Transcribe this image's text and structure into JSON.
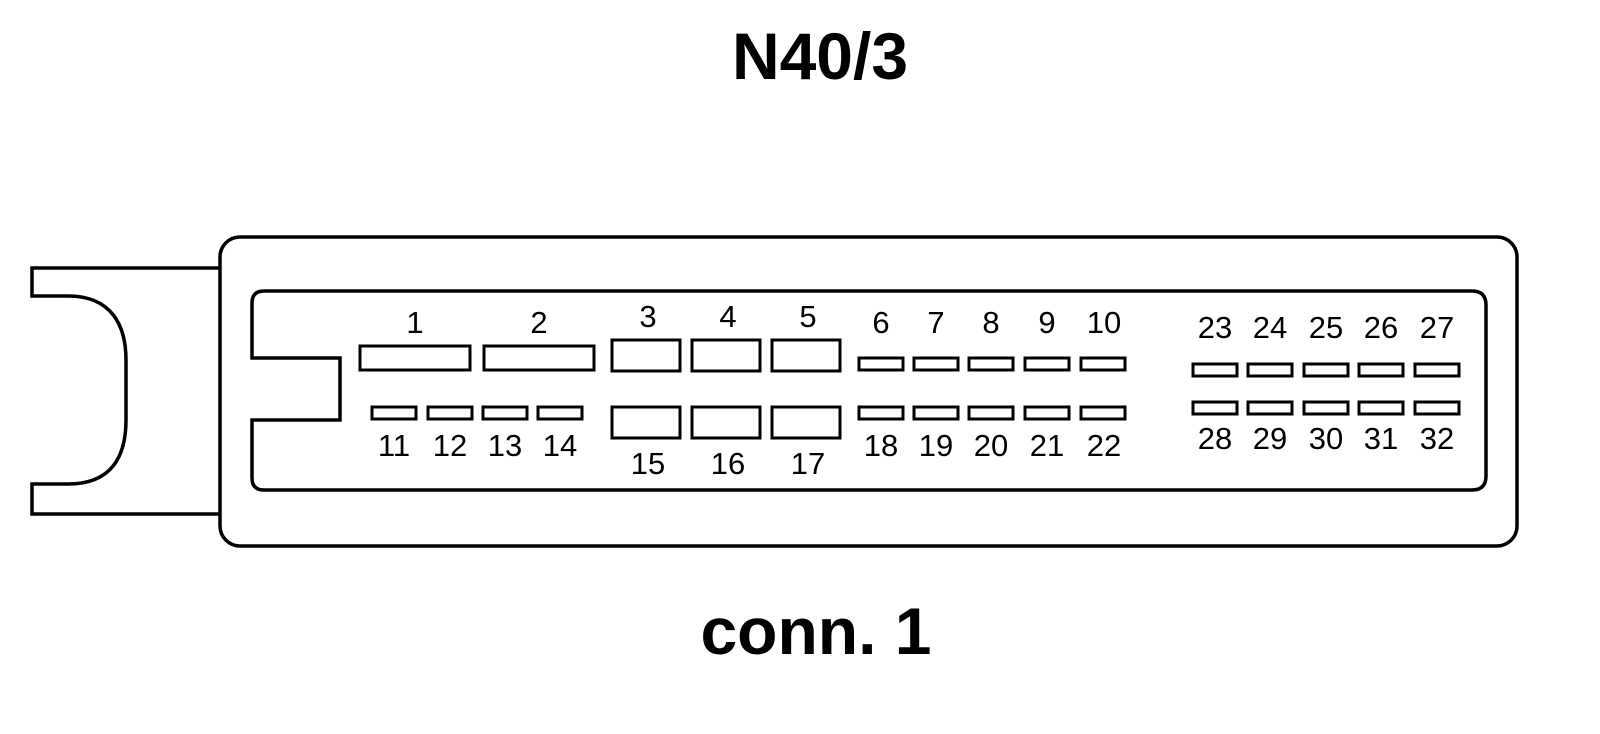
{
  "title": "N40/3",
  "subtitle": "conn. 1",
  "pins": [
    {
      "label": "1"
    },
    {
      "label": "2"
    },
    {
      "label": "3"
    },
    {
      "label": "4"
    },
    {
      "label": "5"
    },
    {
      "label": "6"
    },
    {
      "label": "7"
    },
    {
      "label": "8"
    },
    {
      "label": "9"
    },
    {
      "label": "10"
    },
    {
      "label": "11"
    },
    {
      "label": "12"
    },
    {
      "label": "13"
    },
    {
      "label": "14"
    },
    {
      "label": "15"
    },
    {
      "label": "16"
    },
    {
      "label": "17"
    },
    {
      "label": "18"
    },
    {
      "label": "19"
    },
    {
      "label": "20"
    },
    {
      "label": "21"
    },
    {
      "label": "22"
    },
    {
      "label": "23"
    },
    {
      "label": "24"
    },
    {
      "label": "25"
    },
    {
      "label": "26"
    },
    {
      "label": "27"
    },
    {
      "label": "28"
    },
    {
      "label": "29"
    },
    {
      "label": "30"
    },
    {
      "label": "31"
    },
    {
      "label": "32"
    }
  ],
  "colors": {
    "line": "#000000",
    "background": "#ffffff"
  }
}
